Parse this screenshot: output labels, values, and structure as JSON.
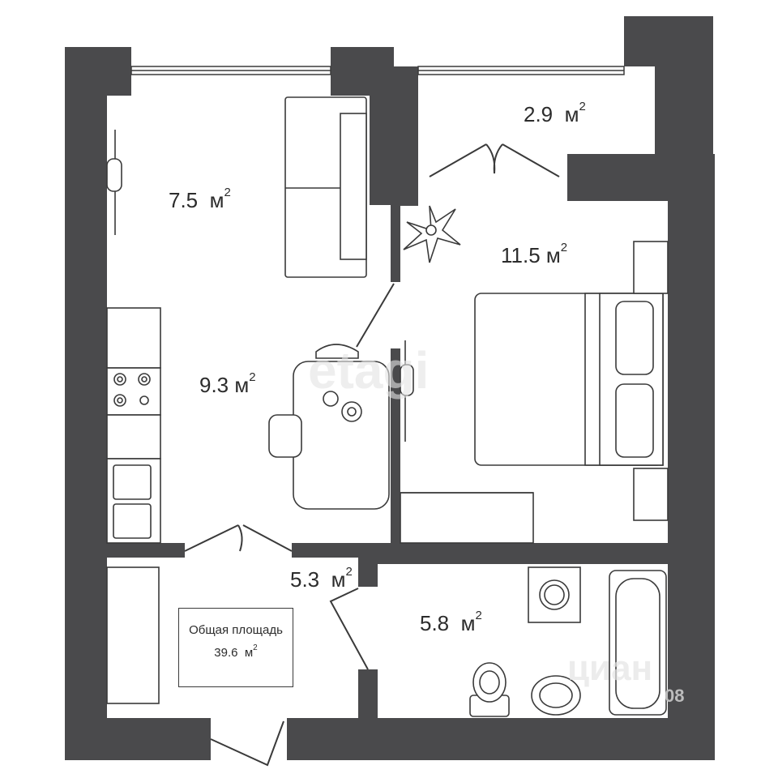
{
  "rooms": {
    "loggia": {
      "area": "2.9",
      "unit": "м",
      "exp": "2"
    },
    "living_top": {
      "area": "7.5",
      "unit": "м",
      "exp": "2"
    },
    "bedroom": {
      "area": "11.5",
      "unit": "м",
      "exp": "2"
    },
    "kitchen": {
      "area": "9.3",
      "unit": "м",
      "exp": "2"
    },
    "hall": {
      "area": "5.3",
      "unit": "м",
      "exp": "2"
    },
    "bathroom": {
      "area": "5.8",
      "unit": "м",
      "exp": "2"
    }
  },
  "summary": {
    "title": "Общая площадь",
    "area": "39.6",
    "unit": "м",
    "exp": "2"
  },
  "watermarks": {
    "etagi": "etagi",
    "cian": "циан",
    "code": "08"
  },
  "colors": {
    "wall": "#4a4a4c",
    "line": "#3a3a3a",
    "background": "#ffffff"
  }
}
